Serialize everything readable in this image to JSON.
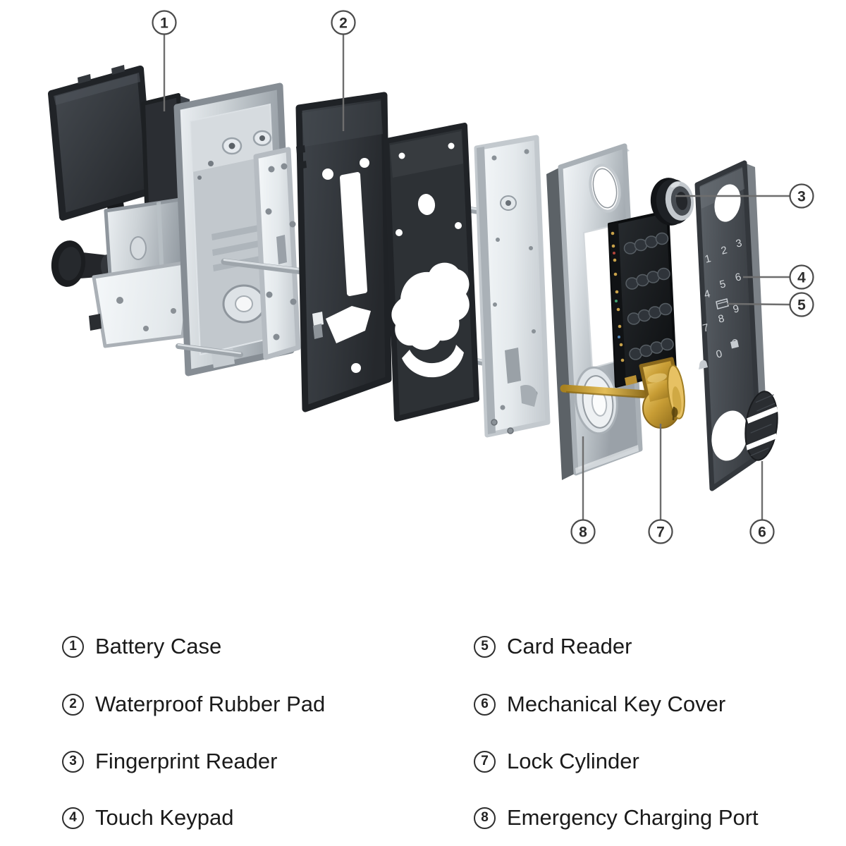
{
  "diagram": {
    "type": "exploded-view-diagram",
    "callouts": [
      {
        "num": "1",
        "label": "Battery Case"
      },
      {
        "num": "2",
        "label": "Waterproof Rubber Pad"
      },
      {
        "num": "3",
        "label": "Fingerprint Reader"
      },
      {
        "num": "4",
        "label": "Touch Keypad"
      },
      {
        "num": "5",
        "label": "Card Reader"
      },
      {
        "num": "6",
        "label": "Mechanical Key Cover"
      },
      {
        "num": "7",
        "label": "Lock Cylinder"
      },
      {
        "num": "8",
        "label": "Emergency Charging Port"
      }
    ],
    "keypad": {
      "digits": [
        "1",
        "2",
        "3",
        "4",
        "5",
        "6",
        "7",
        "8",
        "9",
        "0"
      ]
    },
    "colors": {
      "background": "#ffffff",
      "leader_line": "#6e6e6e",
      "callout_ring": "#4b4b4b",
      "legend_text": "#1a1a1a",
      "dark_plate": "#32363b",
      "chrome": "#d9dee2",
      "brass": "#c89d35",
      "pcb": "#17191c"
    }
  }
}
